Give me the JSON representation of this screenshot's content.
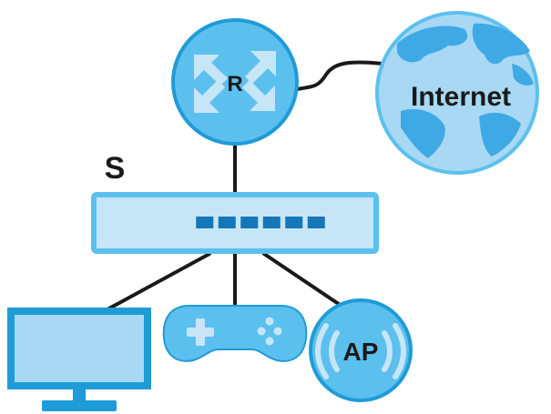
{
  "labels": {
    "router": "R",
    "internet": "Internet",
    "switch": "S",
    "access_point": "AP"
  },
  "icons": {
    "router": "router-icon",
    "internet": "globe-icon",
    "switch": "switch-icon",
    "computer": "monitor-icon",
    "game_console": "gamepad-icon",
    "access_point": "access-point-icon"
  },
  "colors": {
    "fill_light": "#c6e6f7",
    "fill_mid": "#5cc0ee",
    "accent": "#1f9bd7",
    "dark_blue": "#1576b8",
    "line": "#1a1a1a",
    "globe_land": "#3fa9e6",
    "globe_sea": "#a8d8f3"
  },
  "switch_port_count": 6
}
